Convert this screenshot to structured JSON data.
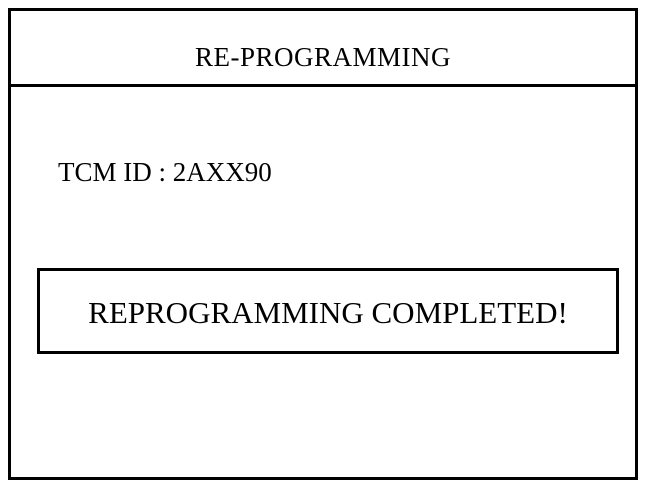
{
  "screen": {
    "title": "RE-PROGRAMMING",
    "tcm_id_label": "TCM ID : 2AXX90",
    "status_message": "REPROGRAMMING COMPLETED!"
  }
}
